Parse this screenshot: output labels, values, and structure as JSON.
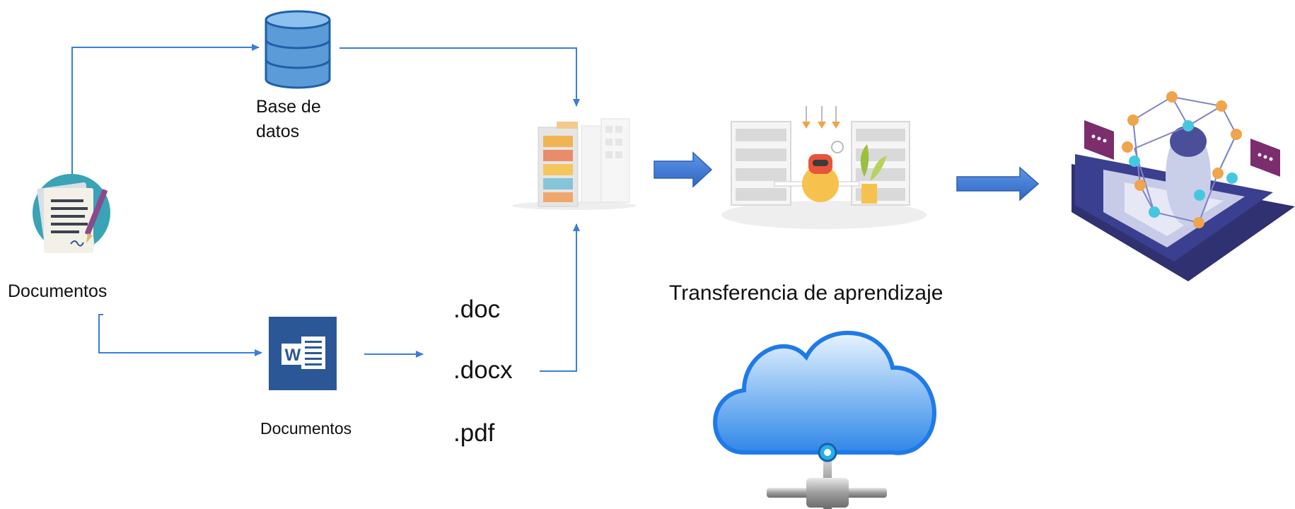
{
  "diagram": {
    "nodes": {
      "documents_source": {
        "label": "Documentos",
        "icon": "document-pen-icon"
      },
      "database": {
        "label_lines": [
          "Base de",
          "datos"
        ],
        "icon": "database-icon"
      },
      "word_documents": {
        "label": "Documentos",
        "icon": "word-document-icon"
      },
      "file_formats": {
        "extensions": [
          ".doc",
          ".docx",
          ".pdf"
        ]
      },
      "library": {
        "icon": "library-shelves-icon"
      },
      "transfer_learning": {
        "label": "Transferencia de aprendizaje",
        "icon": "robot-study-room-icon"
      },
      "ai_model": {
        "icon": "ai-robot-network-icon"
      },
      "cloud": {
        "icon": "cloud-network-icon"
      }
    },
    "colors": {
      "connector": "#3b7ddd",
      "big_arrow": "#3a78d6",
      "database_fill": "#5b9bd8",
      "database_stroke": "#1f5fa8",
      "word_blue": "#2b5797",
      "cloud_blue": "#2f86e8",
      "platform_navy": "#3b3f8f",
      "chat_purple": "#7b2d6e"
    }
  }
}
